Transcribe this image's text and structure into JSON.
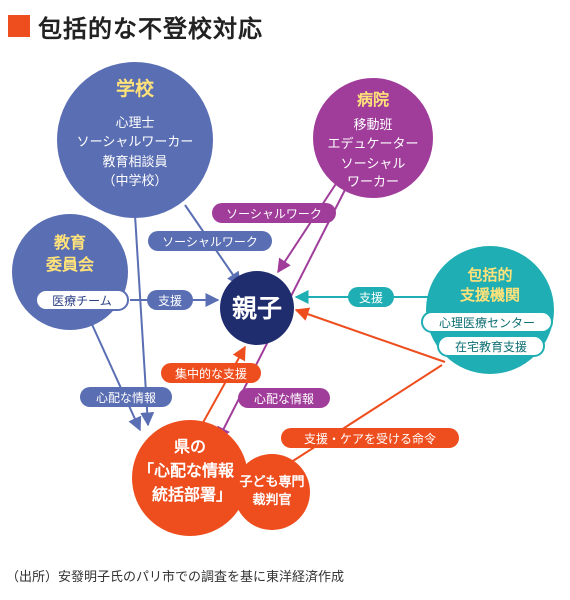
{
  "title": "包括的な不登校対応",
  "source": "（出所）安發明子氏のパリ市での調査を基に東洋経済作成",
  "colors": {
    "accent": "#ee4e1e",
    "school": "#5a6eb3",
    "hospital": "#a03d9a",
    "support": "#1faeb3",
    "center": "#1f2d6e"
  },
  "nodes": {
    "school": {
      "title": "学校",
      "items": [
        "心理士",
        "ソーシャルワーカー",
        "教育相談員",
        "（中学校）"
      ]
    },
    "hospital": {
      "title": "病院",
      "items": [
        "移動班",
        "エデュケーター",
        "ソーシャル",
        "ワーカー"
      ]
    },
    "board": {
      "title_lines": [
        "教育",
        "委員会"
      ],
      "tag": "医療チーム"
    },
    "support_org": {
      "title_lines": [
        "包括的",
        "支援機関"
      ],
      "tags": [
        "心理医療センター",
        "在宅教育支援"
      ]
    },
    "parent": {
      "label": "親子"
    },
    "prefecture": {
      "lines": [
        "県の",
        "「心配な情報",
        "統括部署」"
      ]
    },
    "court": {
      "lines": [
        "子ども専門",
        "裁判官"
      ]
    }
  },
  "arrow_labels": {
    "social_work_hospital": "ソーシャルワーク",
    "social_work_school": "ソーシャルワーク",
    "support_board": "支援",
    "support_org": "支援",
    "concentrated_support": "集中的な支援",
    "worry_info_school": "心配な情報",
    "worry_info_hospital": "心配な情報",
    "court_order": "支援・ケアを受ける命令"
  }
}
